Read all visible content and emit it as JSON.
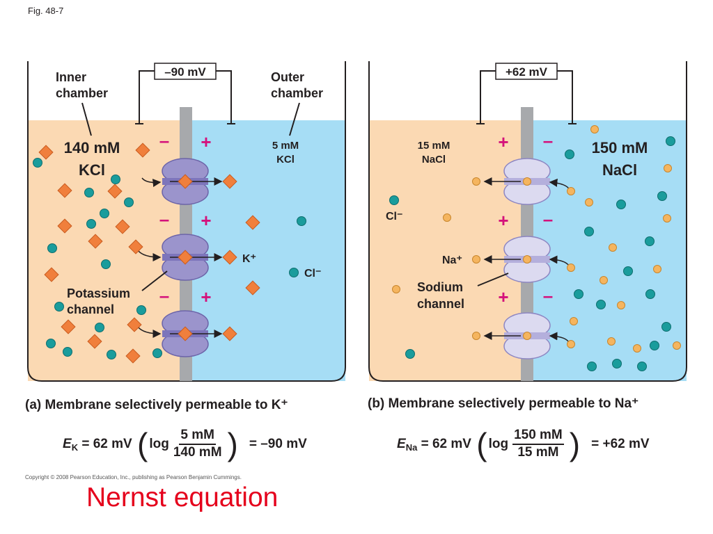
{
  "fig_label": "Fig. 48-7",
  "panel_a": {
    "voltage": "–90 mV",
    "inner_label_1": "Inner",
    "inner_label_2": "chamber",
    "outer_label_1": "Outer",
    "outer_label_2": "chamber",
    "inner_conc_1": "140 mM",
    "inner_conc_2": "KCl",
    "outer_conc_1": "5 mM",
    "outer_conc_2": "KCl",
    "ion_label": "K⁺",
    "anion_label": "Cl⁻",
    "channel_label_1": "Potassium",
    "channel_label_2": "channel",
    "inner_side_charge": "–",
    "outer_side_charge": "+",
    "caption": "(a) Membrane selectively permeable to K⁺",
    "eq_lhs": "E",
    "eq_sub": "K",
    "eq_coef": " = 62 mV ",
    "eq_log": "log",
    "eq_num": "5 mM",
    "eq_den": "140 mM",
    "eq_rhs": "= –90 mV"
  },
  "panel_b": {
    "voltage": "+62 mV",
    "inner_conc_1": "15 mM",
    "inner_conc_2": "NaCl",
    "outer_conc_1": "150 mM",
    "outer_conc_2": "NaCl",
    "ion_label": "Na⁺",
    "anion_label": "Cl⁻",
    "channel_label_1": "Sodium",
    "channel_label_2": "channel",
    "inner_side_charge": "+",
    "outer_side_charge": "–",
    "caption": "(b) Membrane selectively permeable to Na⁺",
    "eq_lhs": "E",
    "eq_sub": "Na",
    "eq_coef": " = 62 mV ",
    "eq_log": "log",
    "eq_num": "150 mM",
    "eq_den": "15 mM",
    "eq_rhs": "= +62 mV"
  },
  "copyright": "Copyright © 2008 Pearson Education, Inc., publishing as Pearson Benjamin Cummings.",
  "title": "Nernst equation",
  "colors": {
    "inner_fluid": "#fbd9b3",
    "outer_fluid": "#a6ddf5",
    "membrane": "#a7a9ac",
    "potassium": "#f07f3c",
    "sodium": "#f5b55f",
    "chloride": "#1a9c9c",
    "charge": "#d4127b",
    "k_channel": "#9b94cc",
    "na_channel": "#dcdaf0",
    "title_red": "#e5001c"
  },
  "icons": [
    "potassium-ion-icon",
    "sodium-ion-icon",
    "chloride-ion-icon",
    "ion-channel-icon"
  ]
}
